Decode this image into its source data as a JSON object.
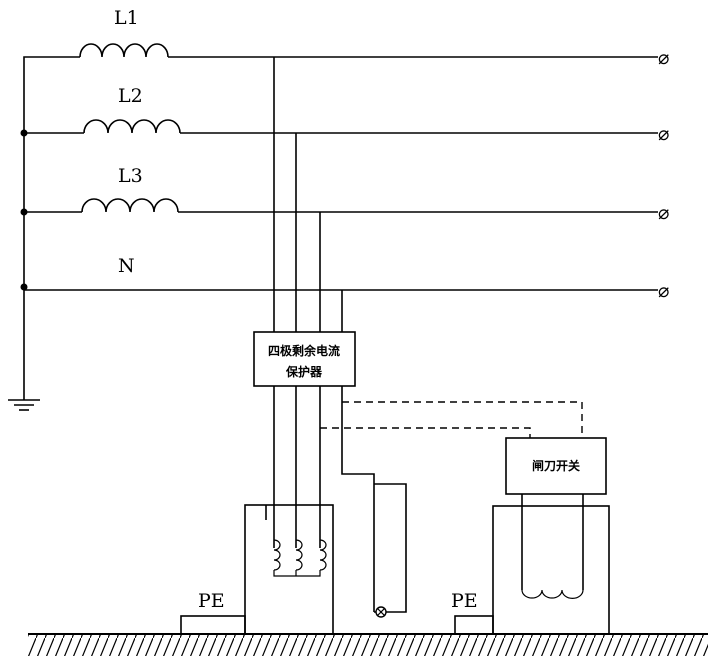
{
  "labels": {
    "l1": "L1",
    "l2": "L2",
    "l3": "L3",
    "n": "N",
    "pe_left": "PE",
    "pe_right": "PE"
  },
  "rcd": {
    "line1": "四极剩余电流",
    "line2": "保护器"
  },
  "switch_label": "闸刀开关",
  "terminal_symbol": "⌀"
}
